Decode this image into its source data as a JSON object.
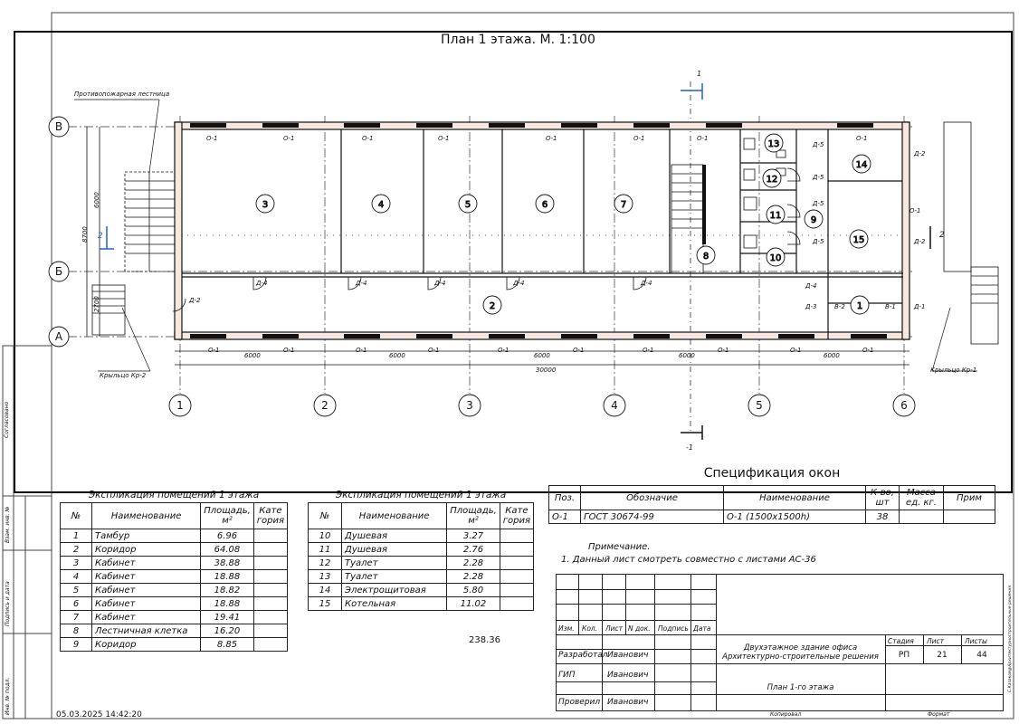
{
  "plan_title": "План 1 этажа. М. 1:100",
  "callouts": {
    "fire_stair": "Противопожарная лестница",
    "porch_2": "Крыльцо Кр-2",
    "porch_1": "Крыльцо Кр-1"
  },
  "section_mark": "1",
  "section_mark_bottom": "-1",
  "side_mark_left": "2",
  "side_mark_right": "2",
  "row_axes": [
    "В",
    "Б",
    "А"
  ],
  "col_axes": [
    "1",
    "2",
    "3",
    "4",
    "5",
    "6"
  ],
  "dims": {
    "span": "6000",
    "total": "30000",
    "left_total": "8700",
    "left_top": "6000",
    "left_bottom": "2700"
  },
  "room_numbers": [
    "1",
    "2",
    "3",
    "4",
    "5",
    "6",
    "7",
    "8",
    "9",
    "10",
    "11",
    "12",
    "13",
    "14",
    "15"
  ],
  "window_labels": {
    "window": "О-1",
    "door_office": "Д-4",
    "door_2": "Д-2",
    "door_5": "Д-5",
    "door_3": "Д-3",
    "door_1": "Д-1",
    "vestibule_b2": "В-2",
    "vestibule_b1": "В-1"
  },
  "explication_1": {
    "caption": "Экспликация помещений 1 этажа",
    "headers": [
      "№",
      "Наименование",
      "Площадь, м²",
      "Кате гория"
    ],
    "rows": [
      [
        "1",
        "Тамбур",
        "6.96",
        ""
      ],
      [
        "2",
        "Коридор",
        "64.08",
        ""
      ],
      [
        "3",
        "Кабинет",
        "38.88",
        ""
      ],
      [
        "4",
        "Кабинет",
        "18.88",
        ""
      ],
      [
        "5",
        "Кабинет",
        "18.82",
        ""
      ],
      [
        "6",
        "Кабинет",
        "18.88",
        ""
      ],
      [
        "7",
        "Кабинет",
        "19.41",
        ""
      ],
      [
        "8",
        "Лестничная клетка",
        "16.20",
        ""
      ],
      [
        "9",
        "Коридор",
        "8.85",
        ""
      ]
    ]
  },
  "explication_2": {
    "caption": "Экспликация помещений 1 этажа",
    "headers": [
      "№",
      "Наименование",
      "Площадь, м²",
      "Кате гория"
    ],
    "rows": [
      [
        "10",
        "Душевая",
        "3.27",
        ""
      ],
      [
        "11",
        "Душевая",
        "2.76",
        ""
      ],
      [
        "12",
        "Туалет",
        "2.28",
        ""
      ],
      [
        "13",
        "Туалет",
        "2.28",
        ""
      ],
      [
        "14",
        "Электрощитовая",
        "5.80",
        ""
      ],
      [
        "15",
        "Котельная",
        "11.02",
        ""
      ]
    ],
    "total": "238.36"
  },
  "window_spec": {
    "caption": "Спецификация окон",
    "headers": [
      "Поз.",
      "Обозначие",
      "Наименование",
      "К-во, шт",
      "Масса ед. кг.",
      "Прим"
    ],
    "rows": [
      [
        "О-1",
        "ГОСТ 30674-99",
        "О-1 (1500х1500h)",
        "38",
        "",
        ""
      ]
    ]
  },
  "note": {
    "title": "Примечание.",
    "text": "1. Данный лист смотреть совместно с листами АС-36"
  },
  "title_block": {
    "head_labels": [
      "Изм.",
      "Кол.",
      "Лист",
      "N док.",
      "Подпись",
      "Дата"
    ],
    "roles": [
      {
        "role": "Разработал",
        "name": "Иванович"
      },
      {
        "role": "ГИП",
        "name": "Иванович"
      },
      {
        "role": "Проверил",
        "name": "Иванович"
      }
    ],
    "project_line1": "Двухэтажное здание офиса",
    "project_line2": "Архитектурно-строительные решения",
    "sheet_name": "План 1-го этажа",
    "stage_label": "Стадия",
    "sheet_label": "Лист",
    "sheets_label": "Листы",
    "stage": "РП",
    "sheet": "21",
    "sheets": "44",
    "copied": "Копировал",
    "format": "Формат"
  },
  "left_stamp": [
    "Инв. № подл.",
    "Подпись и дата",
    "Взам. инв. №"
  ],
  "left_stamp_top": "Согласовано",
  "timestamp": "05.03.2025 14:42:20",
  "side_credit": "С.Казаков@Архитектурностроительные решения",
  "colors": {
    "line": "#111111",
    "dim_blue": "#1f5fd6",
    "wall_hatch": "#d9a88e"
  }
}
